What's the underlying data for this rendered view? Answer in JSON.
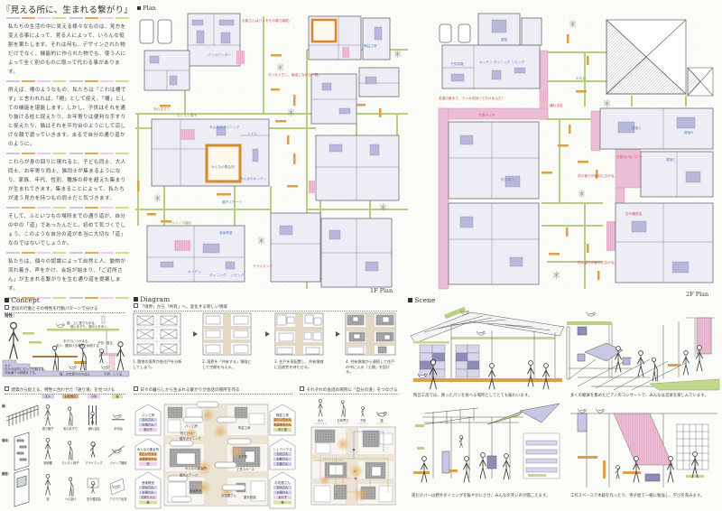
{
  "title": "『見える所に、生まれる繋がり』",
  "palette": {
    "lavender": "#c9c6e6",
    "orange": "#e6a95c",
    "pink": "#efcdea",
    "green": "#cde08c",
    "deck_pink": "#ecbdd6",
    "path_green": "#b7cd84",
    "bench": "#d9a24a",
    "tatami": "#d8892c",
    "shared_area_beige": "#e2d9c4"
  },
  "intro": {
    "paragraphs": [
      "私たちの生活の中に見える様々なものは、見方を変える事によって、見る人によって、いろんな役割を果たします。それは何も、デザインされた物だけでなく、機能的に作られた物でも、使う人によって全く別のものに取って代わる事があります。",
      "例えば、柵のようなもの、私たちは「これは柵です」と言われれば、「柵」として捉え、「柵」としての機能を堪能します。しかし、子供はそれを通り抜ける柱と捉えたり、お年寄りは便利な手すりと捉えたり、猫はそれを平均台のようにして涼しげな顔で渡っていきます。まるで自分の通り道かのように。",
      "これらが身の回りに現れると、子ども同士、大人同士、お年寄り同士、猫同士が集まるようになり、家族、年代、性別、種族の枠を超えた集まりが生まれてきます。集まることによって、私たちが違う見方を持つもの同士だと気づきます。",
      "そして、ふといつもの場所までの通り道が、自分の中の「道」であったんだと、初めて気づくでしょう。このような自分の道が本当に大切な「道」なのではないでしょうか。",
      "私たちは、個々の認識によって自然と人、動物が流れ着き、声をかけ、会話が始まり、「ご近所さん」が生まれる繋がりを生む通り道を提案します。"
    ]
  },
  "plan": {
    "header": "Plan",
    "floor1": {
      "label": "1F Plan",
      "labels": [
        "パンカウンター",
        "みんなのダイニング",
        "みんなの集会所",
        "みんなのキッチン",
        "トイレ",
        "安心手すり",
        "らくらく椅子",
        "屋外ステージ",
        "音楽教室",
        "キッチン",
        "ダイニング",
        "リビング",
        "ジャンプ階段",
        "クライミング",
        "陶芸工房",
        "せっかくだし、勉強しながら一服。",
        "お客さんはパンをその場で堪能。"
      ]
    },
    "floor2": {
      "label": "2F Plan",
      "labels": [
        "寝室",
        "子供部屋",
        "キッチン ダイニング リビング",
        "子供デッキ",
        "通れる柱",
        "平均台",
        "寝室A",
        "寝室B",
        "子供のバルコニー",
        "寝室C",
        "空の鑑賞会",
        "花の香りが家中に広がる。",
        "友達の家まで、デッキを回って行けるんだ！",
        "吹き抜け"
      ]
    }
  },
  "concept": {
    "header": "Concept",
    "behavior": {
      "subheader": "普段の行動とその特性を行動パターンで分ける",
      "traits_label": "特性：",
      "notes": [
        "猫：上に登りたがる。",
        "細い手すり、塀の上を歩く。",
        "手すりにつかまる。",
        "老人：腰掛ける場所で休憩する。",
        "子供：登る。",
        "大人：",
        "自分の目的に沿って行動する。",
        "計画通りの移動をする。",
        "猫：お年寄りのそばに",
        "子供：くぐる"
      ]
    },
    "elements": {
      "subheader": "建築から捉える、特性に合わせた「通り道」を見つける",
      "columns": [
        "大人",
        "お年寄り",
        "子供",
        "猫"
      ],
      "rows": [
        {
          "label": "柵：",
          "items": [
            "誘う格子",
            "安心手すり",
            "通れる柱",
            "平均台"
          ]
        },
        {
          "label": "階段：",
          "items": [
            "収納棚",
            "らくらく椅子",
            "クライミング",
            "ジャンプ階段"
          ]
        },
        {
          "label": "腰壁：",
          "items": [
            "窓",
            "つえ掛け",
            "空の鑑賞会",
            "ワクワク出窓"
          ]
        }
      ]
    }
  },
  "diagram": {
    "header": "Diagram",
    "transition": {
      "subheader": "「境界」から「共有」へ、変化する新しい領域",
      "steps": [
        "1. 敷地の境界が各住戸を分断してしまう。",
        "2. 境界を「共有する」領域として空間を与える。",
        "3. 住戸を再配置し、共有領域に回遊性を持たせる。",
        "4. 共有領域から連続して住戸の中に入る「土間」を設ける。"
      ]
    },
    "conversation": {
      "subheader": "日々の暮らしから生まれる繋がりが会話の場所を作る",
      "houses": [
        {
          "name": "パン工房",
          "members": [
            {
              "name": "お父さん",
              "type": "adult"
            },
            {
              "name": "お母さん",
              "type": "adult"
            },
            {
              "name": "男の子",
              "type": "child"
            }
          ]
        },
        {
          "name": "みんなの集会所",
          "members": [
            {
              "name": "おじいちゃん",
              "type": "elder"
            },
            {
              "name": "おばあちゃん",
              "type": "elder"
            },
            {
              "name": "孫",
              "type": "child"
            }
          ]
        },
        {
          "name": "音楽教室",
          "members": [
            {
              "name": "お父さん",
              "type": "adult"
            },
            {
              "name": "お母さん",
              "type": "adult"
            },
            {
              "name": "お姉ちゃん",
              "type": "child"
            },
            {
              "name": "猫",
              "type": "cat"
            }
          ]
        },
        {
          "name": "陶芸工房",
          "members": [
            {
              "name": "おじいちゃん",
              "type": "elder"
            },
            {
              "name": "おばあちゃん",
              "type": "elder"
            },
            {
              "name": "孫と猫",
              "type": "cat"
            }
          ]
        },
        {
          "name": "シェアハウス",
          "members": [
            {
              "name": "お兄さん",
              "type": "adult"
            },
            {
              "name": "お姉さん",
              "type": "adult"
            },
            {
              "name": "お姉さん",
              "type": "adult"
            }
          ]
        },
        {
          "name": "お花屋さん",
          "members": [
            {
              "name": "お父さん",
              "type": "adult"
            },
            {
              "name": "お母さん",
              "type": "adult"
            },
            {
              "name": "女の子",
              "type": "child"
            },
            {
              "name": "猫",
              "type": "cat"
            }
          ]
        }
      ],
      "map_labels": [
        "パン工房",
        "夜だけバー",
        "屋外ダイニング",
        "陶芸工房",
        "寺子屋",
        "工作スペース",
        "みんなの集会所",
        "屋外ステージ",
        "音楽教室",
        "お花屋さん",
        "屋外庭園"
      ]
    },
    "paths": {
      "subheader": "それぞれの会話の場所に「自分の道」をつなげる",
      "legend": [
        "大人",
        "お年寄り",
        "子供",
        "猫"
      ]
    }
  },
  "scene": {
    "header": "Scene",
    "captions": [
      "陶芸工房では、買ったパンを食べる場所としてとても賑わいます。",
      "多くの観衆を集めたピアノのコンサートで、みんなは音楽を楽しんでいます。",
      "夜だけバーは野外ダイニングを賑やかにさせ、みんなの笑い声が聞こえます。",
      "工作スペースで木箱を作ったり、寺子屋で一緒に勉強し、学びを育みます。"
    ]
  }
}
